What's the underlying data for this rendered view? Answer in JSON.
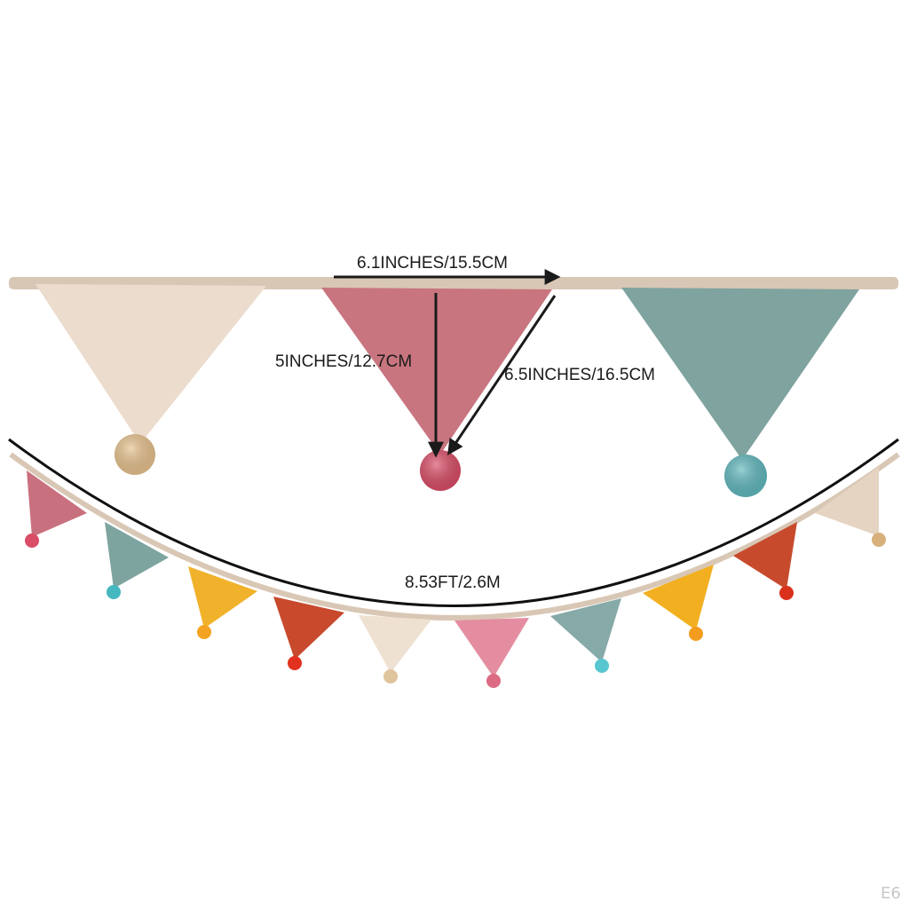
{
  "labels": {
    "width": "6.1INCHES/15.5CM",
    "height": "5INCHES/12.7CM",
    "side": "6.5INCHES/16.5CM",
    "length": "8.53FT/2.6M",
    "corner_code": "E6"
  },
  "colors": {
    "cord": "#d9c7b5",
    "top_flags": [
      "#ecdccd",
      "#c8757f",
      "#7fa39f"
    ],
    "top_pompoms": [
      "#e7c28e",
      "#d94d66",
      "#61b8bd"
    ],
    "garland_flags": [
      "#c9707e",
      "#7ea4a0",
      "#f1b22b",
      "#c8492c",
      "#efe1d2",
      "#e48da1",
      "#86aaa8",
      "#f2b021",
      "#c84a2c",
      "#e5d4c2"
    ],
    "garland_pompoms": [
      "#d94d66",
      "#45b8c0",
      "#f4a320",
      "#e3311f",
      "#e0c49d",
      "#dc6b83",
      "#58c6d0",
      "#f39c1d",
      "#d9311b",
      "#d8b07b"
    ],
    "arrow": "#1a1a1a"
  }
}
